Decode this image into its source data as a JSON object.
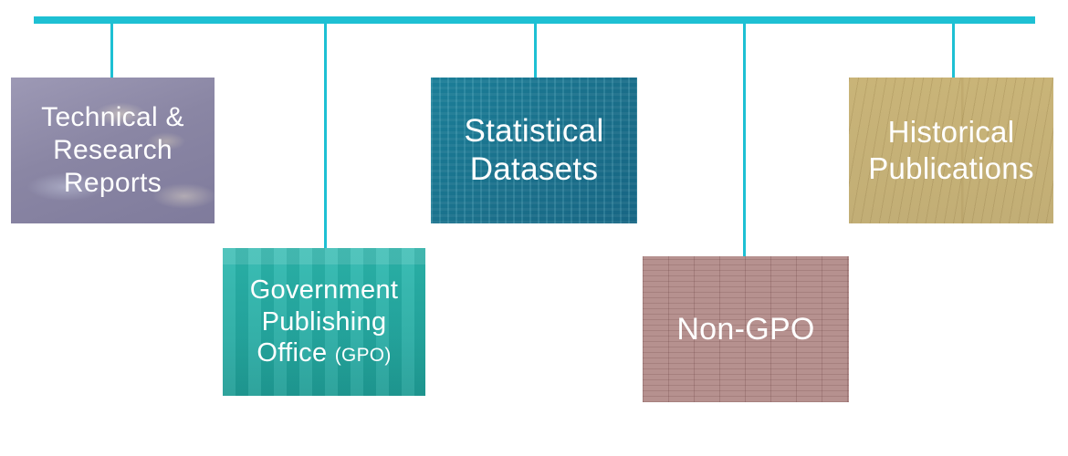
{
  "diagram": {
    "line_color": "#1ec0d3",
    "nodes": [
      {
        "id": "technical",
        "lines": [
          "Technical &",
          "Research",
          "Reports"
        ],
        "color": "#8a86a4"
      },
      {
        "id": "gpo",
        "lines": [
          "Government",
          "Publishing",
          "Office"
        ],
        "suffix": "(GPO)",
        "color": "#25aaa2"
      },
      {
        "id": "statistical",
        "lines": [
          "Statistical",
          "Datasets"
        ],
        "color": "#1a6f8a"
      },
      {
        "id": "non-gpo",
        "lines": [
          "Non-GPO"
        ],
        "color": "#b6918f"
      },
      {
        "id": "historical",
        "lines": [
          "Historical",
          "Publications"
        ],
        "color": "#c2ae76"
      }
    ]
  }
}
